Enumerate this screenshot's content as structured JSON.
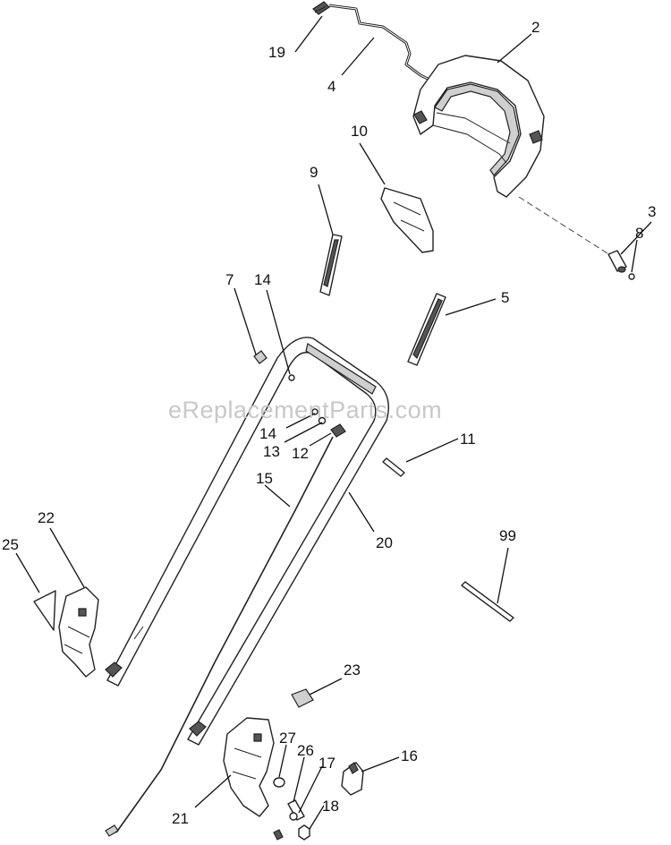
{
  "watermark": "eReplacementParts.com",
  "callouts": {
    "c2": "2",
    "c3": "3",
    "c4": "4",
    "c5": "5",
    "c7": "7",
    "c8": "8",
    "c9": "9",
    "c10": "10",
    "c11": "11",
    "c12": "12",
    "c13": "13",
    "c14a": "14",
    "c14b": "14",
    "c15": "15",
    "c16": "16",
    "c17": "17",
    "c18": "18",
    "c19": "19",
    "c20": "20",
    "c21": "21",
    "c22": "22",
    "c23": "23",
    "c25": "25",
    "c26": "26",
    "c27": "27",
    "c99": "99"
  }
}
